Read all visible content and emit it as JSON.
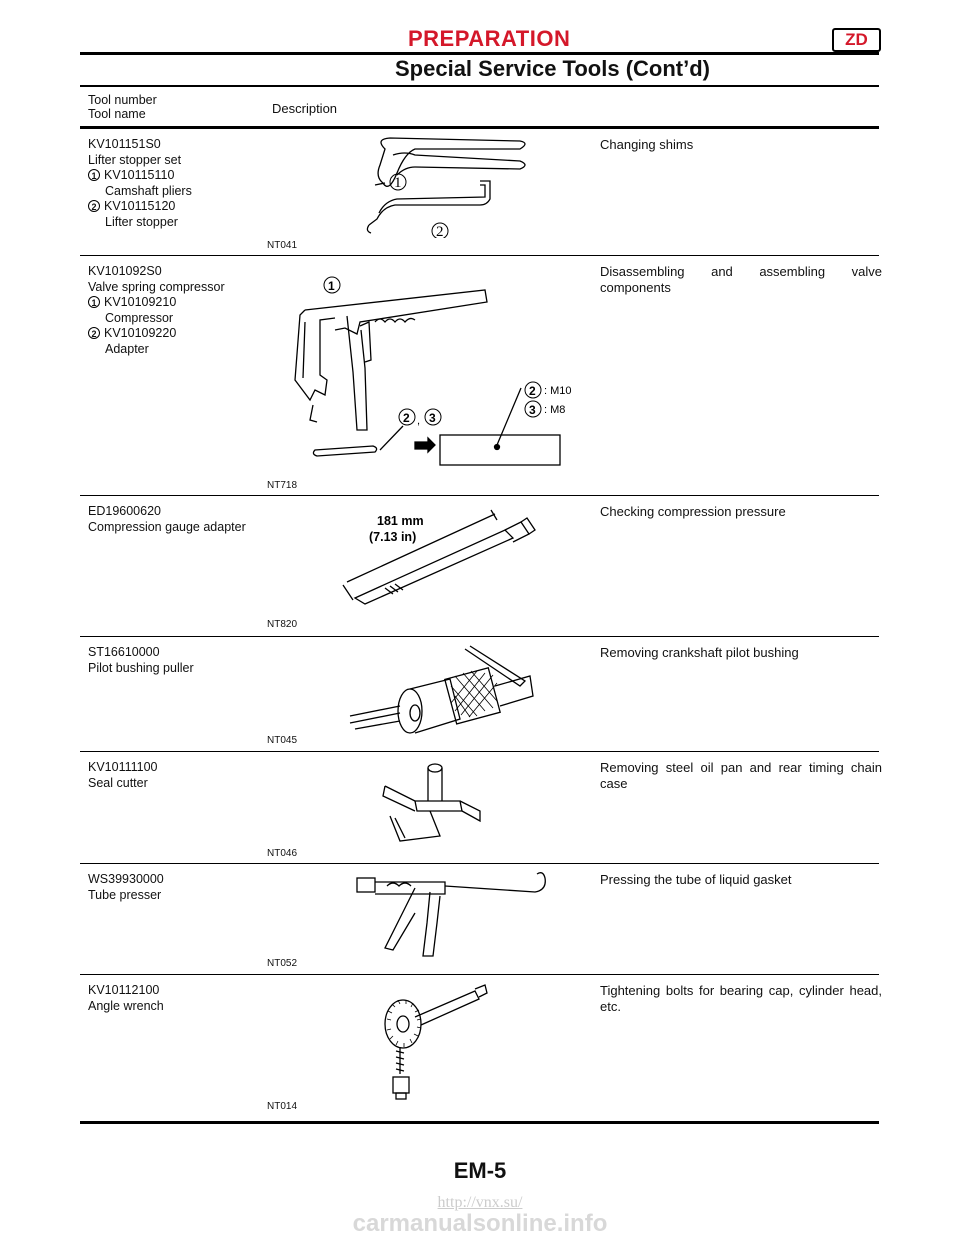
{
  "header": {
    "section": "PREPARATION",
    "badge": "ZD",
    "subtitle": "Special Service Tools (Cont’d)"
  },
  "table": {
    "col_tool_line1": "Tool number",
    "col_tool_line2": "Tool name",
    "col_desc": "Description",
    "rows": [
      {
        "number": "KV101151S0",
        "name": "Lifter stopper set",
        "parts": [
          {
            "n": "1",
            "number": "KV10115110",
            "name": "Camshaft pliers"
          },
          {
            "n": "2",
            "number": "KV10115120",
            "name": "Lifter stopper"
          }
        ],
        "figure": "NT041",
        "description": "Changing shims"
      },
      {
        "number": "KV101092S0",
        "name": "Valve spring compressor",
        "parts": [
          {
            "n": "1",
            "number": "KV10109210",
            "name": "Compressor"
          },
          {
            "n": "2",
            "number": "KV10109220",
            "name": "Adapter"
          }
        ],
        "figure": "NT718",
        "figure_labels": {
          "m10": ": M10",
          "m8": ": M8",
          "comma": ","
        },
        "description": "Disassembling and assembling valve components"
      },
      {
        "number": "ED19600620",
        "name": "Compression gauge adapter",
        "figure": "NT820",
        "figure_labels": {
          "len1": "181 mm",
          "len2": "(7.13 in)"
        },
        "description": "Checking compression pressure"
      },
      {
        "number": "ST16610000",
        "name": "Pilot bushing puller",
        "figure": "NT045",
        "description": "Removing crankshaft pilot bushing"
      },
      {
        "number": "KV10111100",
        "name": "Seal cutter",
        "figure": "NT046",
        "description": "Removing steel oil pan and rear timing chain case"
      },
      {
        "number": "WS39930000",
        "name": "Tube presser",
        "figure": "NT052",
        "description": "Pressing the tube of liquid gasket"
      },
      {
        "number": "KV10112100",
        "name": "Angle wrench",
        "figure": "NT014",
        "description": "Tightening bolts for bearing cap, cylinder head, etc."
      }
    ]
  },
  "footer": {
    "page": "EM-5",
    "url": "http://vnx.su/",
    "watermark": "carmanualsonline.info"
  }
}
